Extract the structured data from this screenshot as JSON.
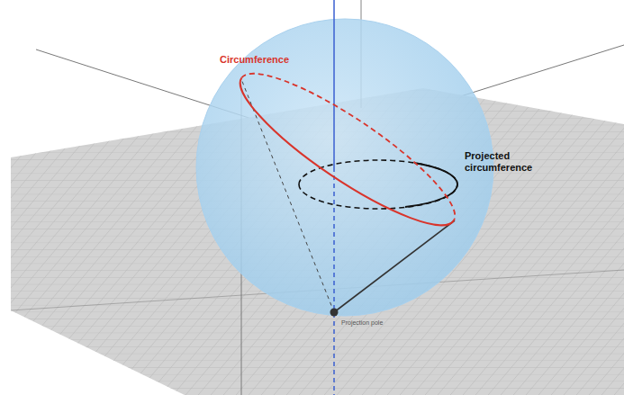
{
  "diagram": {
    "labels": [
      "Circumference",
      "Projected circumference",
      "Projection pole"
    ]
  }
}
